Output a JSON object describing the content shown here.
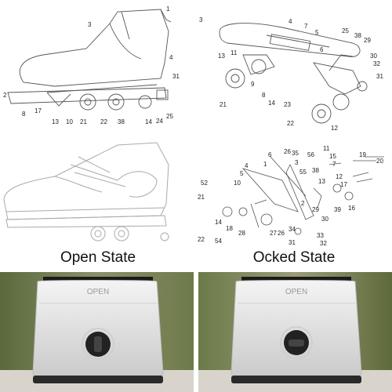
{
  "diagrams": {
    "top_left": {
      "callouts": [
        "1",
        "2",
        "3",
        "4",
        "31",
        "8",
        "17",
        "13",
        "10",
        "21",
        "22",
        "38",
        "14",
        "24",
        "25"
      ]
    },
    "top_right": {
      "callouts": [
        "3",
        "4",
        "7",
        "5",
        "25",
        "38",
        "29",
        "6",
        "30",
        "32",
        "31",
        "13",
        "11",
        "9",
        "8",
        "21",
        "14",
        "23",
        "22",
        "12"
      ]
    },
    "bottom_right": {
      "callouts": [
        "6",
        "26",
        "35",
        "11",
        "15",
        "7",
        "19",
        "20",
        "4",
        "1",
        "3",
        "56",
        "55",
        "38",
        "12",
        "17",
        "13",
        "16",
        "10",
        "52",
        "21",
        "5",
        "39",
        "2",
        "29",
        "30",
        "14",
        "18",
        "28",
        "27",
        "26",
        "34",
        "22",
        "54",
        "33",
        "31",
        "32"
      ]
    }
  },
  "captions": {
    "left": "Open State",
    "right": "Ocked State"
  },
  "photos": {
    "left_label": "OPEN",
    "right_label": "OPEN"
  }
}
